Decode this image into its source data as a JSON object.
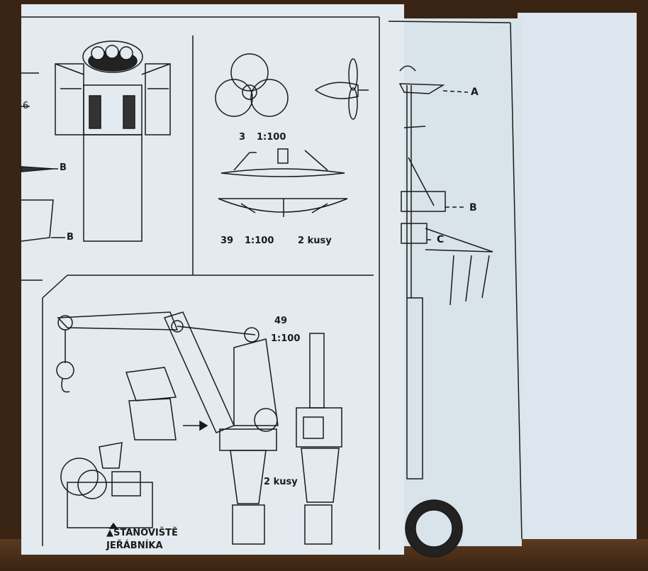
{
  "labels": {
    "fig_3": "3",
    "scale_3": "1:100",
    "fig_39": "39",
    "scale_39": "1:100",
    "qty_39": "2 kusy",
    "fig_49": "49",
    "scale_49": "1:100",
    "qty_49": "2 kusy",
    "crane_station_line1": "▲STANOVIŠTĚ",
    "crane_station_line2": "JEŘÁBNÍKA",
    "mast_a": "A",
    "mast_b": "B",
    "mast_c": "C",
    "left_b1": "B",
    "left_b2": "B",
    "edge_6": "6"
  },
  "colors": {
    "paper": "#e3eaf0",
    "ink": "#1a1a1a",
    "wood": "#3a2414"
  }
}
